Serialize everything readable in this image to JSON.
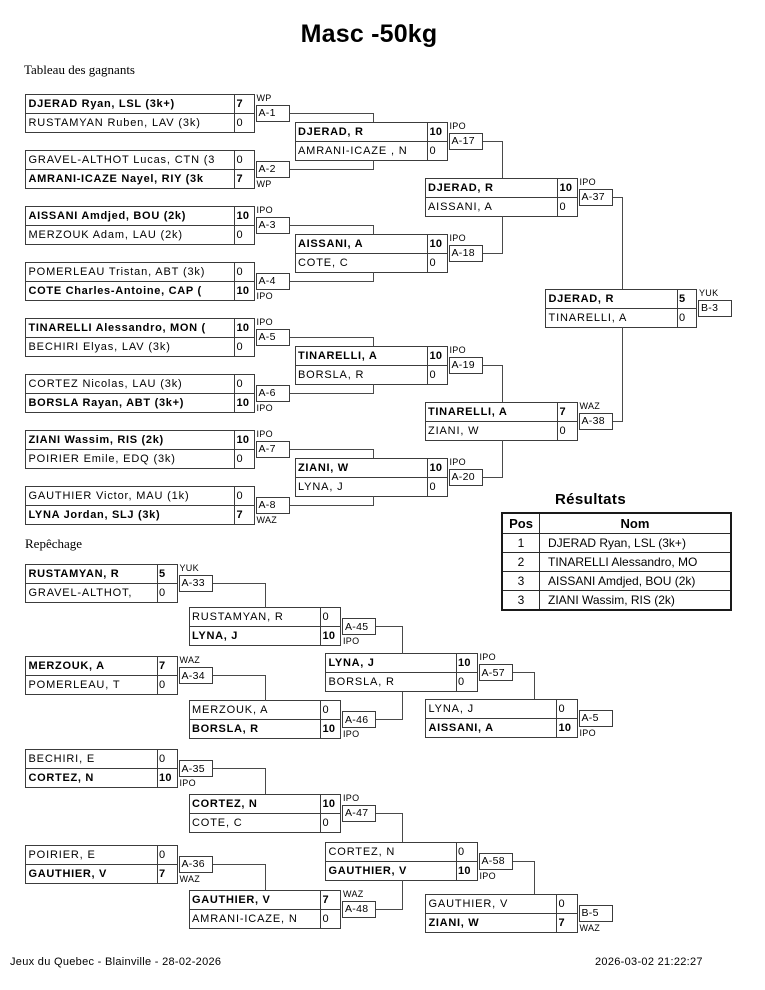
{
  "page": {
    "title": "Masc -50kg"
  },
  "sections": {
    "winners_label": "Tableau des gagnants",
    "repechage_label": "Repêchage"
  },
  "bracket": {
    "matches": [
      {
        "label": "A-1",
        "method": "WP",
        "method_pos": "above",
        "top": {
          "name": "DJERAD Ryan, LSL (3k+)",
          "score": "7",
          "winner": true
        },
        "bottom": {
          "name": "RUSTAMYAN Ruben, LAV (3k)",
          "score": "0",
          "winner": false
        }
      },
      {
        "label": "A-2",
        "method": "WP",
        "method_pos": "below",
        "top": {
          "name": "GRAVEL-ALTHOT Lucas, CTN (3",
          "score": "0",
          "winner": false
        },
        "bottom": {
          "name": "AMRANI-ICAZE Nayel, RIY (3k",
          "score": "7",
          "winner": true
        }
      },
      {
        "label": "A-3",
        "method": "IPO",
        "method_pos": "above",
        "top": {
          "name": "AISSANI Amdjed, BOU (2k)",
          "score": "10",
          "winner": true
        },
        "bottom": {
          "name": "MERZOUK Adam, LAU (2k)",
          "score": "0",
          "winner": false
        }
      },
      {
        "label": "A-4",
        "method": "IPO",
        "method_pos": "below",
        "top": {
          "name": "POMERLEAU Tristan, ABT (3k)",
          "score": "0",
          "winner": false
        },
        "bottom": {
          "name": "COTE Charles-Antoine, CAP (",
          "score": "10",
          "winner": true
        }
      },
      {
        "label": "A-5",
        "method": "IPO",
        "method_pos": "above",
        "top": {
          "name": "TINARELLI Alessandro, MON (",
          "score": "10",
          "winner": true
        },
        "bottom": {
          "name": "BECHIRI Elyas, LAV (3k)",
          "score": "0",
          "winner": false
        }
      },
      {
        "label": "A-6",
        "method": "IPO",
        "method_pos": "below",
        "top": {
          "name": "CORTEZ Nicolas, LAU (3k)",
          "score": "0",
          "winner": false
        },
        "bottom": {
          "name": "BORSLA Rayan, ABT (3k+)",
          "score": "10",
          "winner": true
        }
      },
      {
        "label": "A-7",
        "method": "IPO",
        "method_pos": "above",
        "top": {
          "name": "ZIANI Wassim, RIS (2k)",
          "score": "10",
          "winner": true
        },
        "bottom": {
          "name": "POIRIER Emile, EDQ (3k)",
          "score": "0",
          "winner": false
        }
      },
      {
        "label": "A-8",
        "method": "WAZ",
        "method_pos": "below",
        "top": {
          "name": "GAUTHIER Victor, MAU (1k)",
          "score": "0",
          "winner": false
        },
        "bottom": {
          "name": "LYNA Jordan, SLJ (3k)",
          "score": "7",
          "winner": true
        }
      },
      {
        "label": "A-17",
        "method": "IPO",
        "method_pos": "above",
        "top": {
          "name": "DJERAD, R",
          "score": "10",
          "winner": true
        },
        "bottom": {
          "name": "AMRANI-ICAZE , N",
          "score": "0",
          "winner": false
        }
      },
      {
        "label": "A-18",
        "method": "IPO",
        "method_pos": "above",
        "top": {
          "name": "AISSANI, A",
          "score": "10",
          "winner": true
        },
        "bottom": {
          "name": "COTE, C",
          "score": "0",
          "winner": false
        }
      },
      {
        "label": "A-19",
        "method": "IPO",
        "method_pos": "above",
        "top": {
          "name": "TINARELLI, A",
          "score": "10",
          "winner": true
        },
        "bottom": {
          "name": "BORSLA, R",
          "score": "0",
          "winner": false
        }
      },
      {
        "label": "A-20",
        "method": "IPO",
        "method_pos": "above",
        "top": {
          "name": "ZIANI, W",
          "score": "10",
          "winner": true
        },
        "bottom": {
          "name": "LYNA, J",
          "score": "0",
          "winner": false
        }
      },
      {
        "label": "A-37",
        "method": "IPO",
        "method_pos": "above",
        "top": {
          "name": "DJERAD, R",
          "score": "10",
          "winner": true
        },
        "bottom": {
          "name": "AISSANI, A",
          "score": "0",
          "winner": false
        }
      },
      {
        "label": "A-38",
        "method": "WAZ",
        "method_pos": "above",
        "top": {
          "name": "TINARELLI, A",
          "score": "7",
          "winner": true
        },
        "bottom": {
          "name": "ZIANI, W",
          "score": "0",
          "winner": false
        }
      },
      {
        "label": "B-3",
        "method": "YUK",
        "method_pos": "above",
        "top": {
          "name": "DJERAD, R",
          "score": "5",
          "winner": true
        },
        "bottom": {
          "name": "TINARELLI, A",
          "score": "0",
          "winner": false
        }
      },
      {
        "label": "A-33",
        "method": "YUK",
        "method_pos": "above",
        "top": {
          "name": "RUSTAMYAN, R",
          "score": "5",
          "winner": true
        },
        "bottom": {
          "name": "GRAVEL-ALTHOT,",
          "score": "0",
          "winner": false
        }
      },
      {
        "label": "A-34",
        "method": "WAZ",
        "method_pos": "above",
        "top": {
          "name": "MERZOUK, A",
          "score": "7",
          "winner": true
        },
        "bottom": {
          "name": "POMERLEAU, T",
          "score": "0",
          "winner": false
        }
      },
      {
        "label": "A-35",
        "method": "IPO",
        "method_pos": "below",
        "top": {
          "name": "BECHIRI, E",
          "score": "0",
          "winner": false
        },
        "bottom": {
          "name": "CORTEZ, N",
          "score": "10",
          "winner": true
        }
      },
      {
        "label": "A-36",
        "method": "WAZ",
        "method_pos": "below",
        "top": {
          "name": "POIRIER, E",
          "score": "0",
          "winner": false
        },
        "bottom": {
          "name": "GAUTHIER, V",
          "score": "7",
          "winner": true
        }
      },
      {
        "label": "A-45",
        "method": "IPO",
        "method_pos": "below",
        "top": {
          "name": "RUSTAMYAN, R",
          "score": "0",
          "winner": false
        },
        "bottom": {
          "name": "LYNA, J",
          "score": "10",
          "winner": true
        }
      },
      {
        "label": "A-46",
        "method": "IPO",
        "method_pos": "below",
        "top": {
          "name": "MERZOUK, A",
          "score": "0",
          "winner": false
        },
        "bottom": {
          "name": "BORSLA, R",
          "score": "10",
          "winner": true
        }
      },
      {
        "label": "A-47",
        "method": "IPO",
        "method_pos": "above",
        "top": {
          "name": "CORTEZ, N",
          "score": "10",
          "winner": true
        },
        "bottom": {
          "name": "COTE, C",
          "score": "0",
          "winner": false
        }
      },
      {
        "label": "A-48",
        "method": "WAZ",
        "method_pos": "above",
        "top": {
          "name": "GAUTHIER, V",
          "score": "7",
          "winner": true
        },
        "bottom": {
          "name": "AMRANI-ICAZE, N",
          "score": "0",
          "winner": false
        }
      },
      {
        "label": "A-57",
        "method": "IPO",
        "method_pos": "above",
        "top": {
          "name": "LYNA, J",
          "score": "10",
          "winner": true
        },
        "bottom": {
          "name": "BORSLA, R",
          "score": "0",
          "winner": false
        }
      },
      {
        "label": "A-58",
        "method": "IPO",
        "method_pos": "below",
        "top": {
          "name": "CORTEZ, N",
          "score": "0",
          "winner": false
        },
        "bottom": {
          "name": "GAUTHIER, V",
          "score": "10",
          "winner": true
        }
      },
      {
        "label": "A-5",
        "method": "IPO",
        "method_pos": "below",
        "top": {
          "name": "LYNA, J",
          "score": "0",
          "winner": false
        },
        "bottom": {
          "name": "AISSANI, A",
          "score": "10",
          "winner": true
        }
      },
      {
        "label": "B-5",
        "method": "WAZ",
        "method_pos": "below",
        "top": {
          "name": "GAUTHIER, V",
          "score": "0",
          "winner": false
        },
        "bottom": {
          "name": "ZIANI, W",
          "score": "7",
          "winner": true
        }
      }
    ]
  },
  "results": {
    "title": "Résultats",
    "columns": [
      "Pos",
      "Nom"
    ],
    "rows": [
      {
        "pos": "1",
        "nom": "DJERAD Ryan, LSL (3k+)"
      },
      {
        "pos": "2",
        "nom": "TINARELLI Alessandro, MO"
      },
      {
        "pos": "3",
        "nom": "AISSANI Amdjed, BOU (2k)"
      },
      {
        "pos": "3",
        "nom": "ZIANI Wassim, RIS (2k)"
      }
    ]
  },
  "footer": {
    "left_text": "Jeux du Quebec - Blainville - 28-02-2026",
    "right_text": "2026-03-02 21:22:27"
  }
}
